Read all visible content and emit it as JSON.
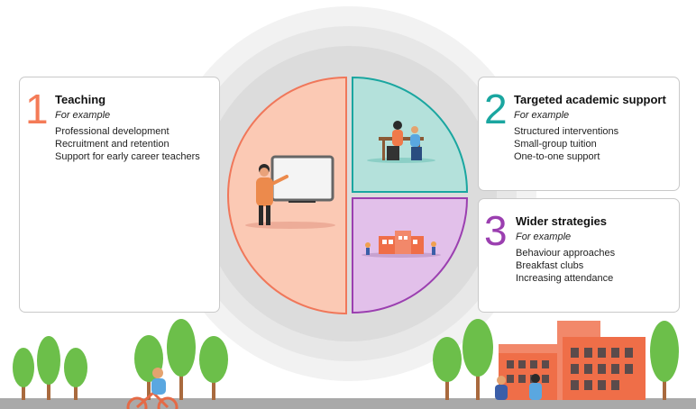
{
  "sections": [
    {
      "number": "1",
      "title": "Teaching",
      "subtitle": "For example",
      "items": [
        "Professional development",
        "Recruitment and retention",
        "Support for early career teachers"
      ],
      "color": "#f47b57"
    },
    {
      "number": "2",
      "title": "Targeted academic support",
      "subtitle": "For example",
      "items": [
        "Structured interventions",
        "Small-group tuition",
        "One-to-one support"
      ],
      "color": "#1aa6a0"
    },
    {
      "number": "3",
      "title": "Wider strategies",
      "subtitle": "For example",
      "items": [
        "Behaviour approaches",
        "Breakfast clubs",
        "Increasing attendance"
      ],
      "color": "#9b3fb0"
    }
  ],
  "colors": {
    "teaching_fill": "#fbc9b4",
    "teaching_stroke": "#f0775a",
    "targeted_fill": "#b4e1db",
    "targeted_stroke": "#1aa6a0",
    "wider_fill": "#e2c0ea",
    "wider_stroke": "#9b3fb0",
    "halo_outer": "#eeeeee",
    "halo_mid": "#e2e2e2",
    "halo_inner": "#d6d6d6",
    "tree": "#6cbf4a",
    "trunk": "#a96a3e",
    "building": "#f0704d",
    "ground": "#a9a9a9"
  },
  "icons": [
    "teacher-whiteboard-illustration",
    "tutoring-pair-illustration",
    "school-building-illustration",
    "cyclist-illustration",
    "trees-illustration"
  ]
}
